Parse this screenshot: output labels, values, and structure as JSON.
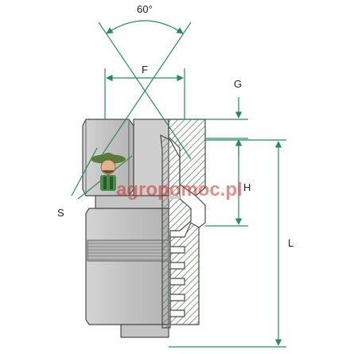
{
  "colors": {
    "dimension": "#2a8a5a",
    "outline": "#4a4a4a",
    "metal": "#c8c8c8",
    "metal_dark": "#9a9a9a",
    "hatch": "#6a7f6a",
    "watermark_red": "#c8322a",
    "watermark_green": "#3c8c3c"
  },
  "labels": {
    "angle": "60°",
    "F": "F",
    "G": "G",
    "H": "H",
    "S": "S",
    "L": "L"
  },
  "watermark": {
    "text": "agropomoc.pl",
    "mascot_icon": "farmer-mascot-icon"
  }
}
